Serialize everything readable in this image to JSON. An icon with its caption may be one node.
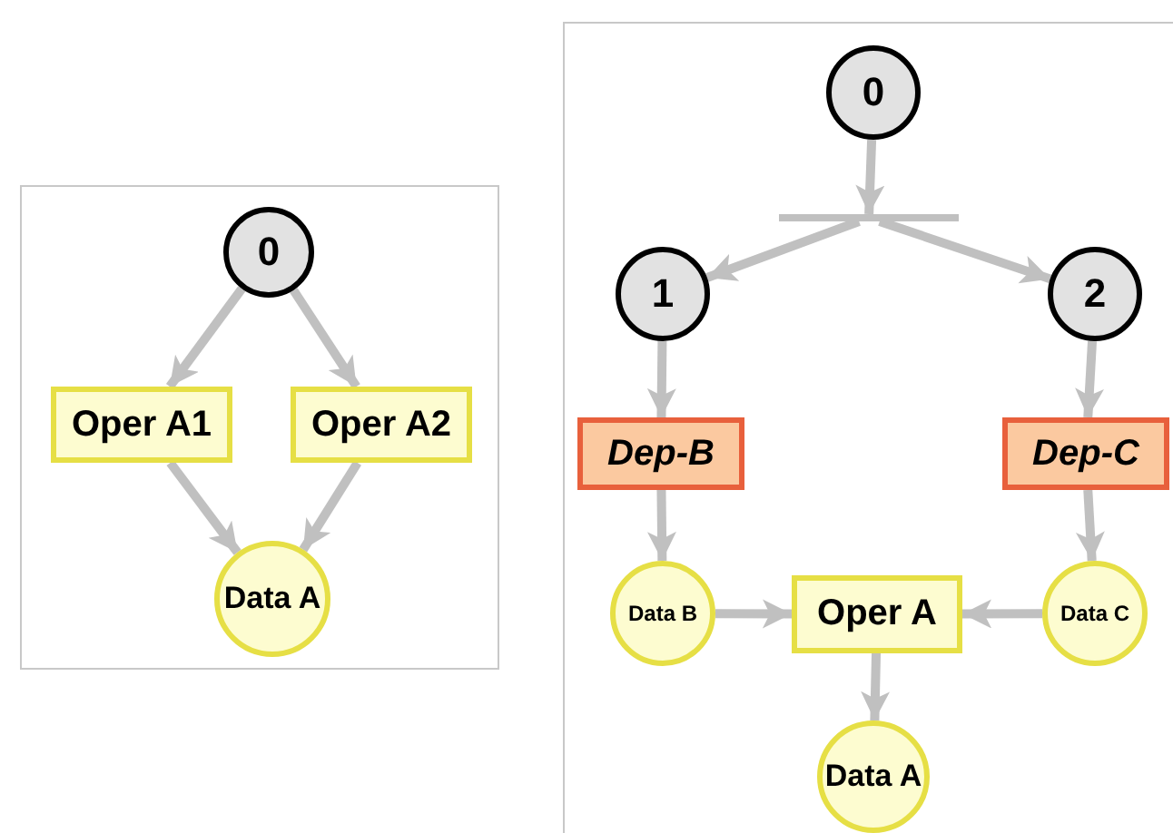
{
  "diagram": {
    "nodes": [
      {
        "text": [],
        "shape": "box"
      },
      {
        "text": [
          "0"
        ],
        "in": 0
      },
      {
        "text": [
          "Oper A1"
        ],
        "in": 0
      },
      {
        "text": [
          "Oper A2"
        ],
        "in": 0
      },
      {
        "text": [
          "Data A"
        ],
        "in": 0
      },
      {
        "text": [],
        "shape": "box"
      },
      {
        "text": [
          "0"
        ],
        "in": 5
      },
      {
        "text": [],
        "shape": "bar",
        "in": 5
      },
      {
        "text": [
          "1"
        ],
        "in": 5
      },
      {
        "text": [
          "2"
        ],
        "in": 5
      },
      {
        "text": [
          "Dep-B"
        ],
        "in": 5
      },
      {
        "text": [
          "Dep-C"
        ],
        "in": 5
      },
      {
        "text": [
          "Data B"
        ],
        "in": 5
      },
      {
        "text": [
          "Oper A"
        ],
        "in": 5
      },
      {
        "text": [
          "Data C"
        ],
        "in": 5
      },
      {
        "text": [
          "Data A"
        ],
        "in": 5
      }
    ],
    "edges": [
      {
        "from": 1,
        "to": 2,
        "arrow": "to"
      },
      {
        "from": 1,
        "to": 3,
        "arrow": "to"
      },
      {
        "from": 2,
        "to": 4,
        "arrow": "to"
      },
      {
        "from": 3,
        "to": 4,
        "arrow": "to"
      },
      {
        "from": 6,
        "to": 7,
        "arrow": "to"
      },
      {
        "from": 7,
        "to": 8,
        "arrow": "to"
      },
      {
        "from": 7,
        "to": 9,
        "arrow": "to"
      },
      {
        "from": 8,
        "to": 10,
        "arrow": "to"
      },
      {
        "from": 9,
        "to": 11,
        "arrow": "to"
      },
      {
        "from": 10,
        "to": 12,
        "arrow": "to"
      },
      {
        "from": 11,
        "to": 14,
        "arrow": "to"
      },
      {
        "from": 12,
        "to": 13,
        "arrow": "to"
      },
      {
        "from": 14,
        "to": 13,
        "arrow": "to"
      },
      {
        "from": 13,
        "to": 15,
        "arrow": "to"
      }
    ]
  }
}
